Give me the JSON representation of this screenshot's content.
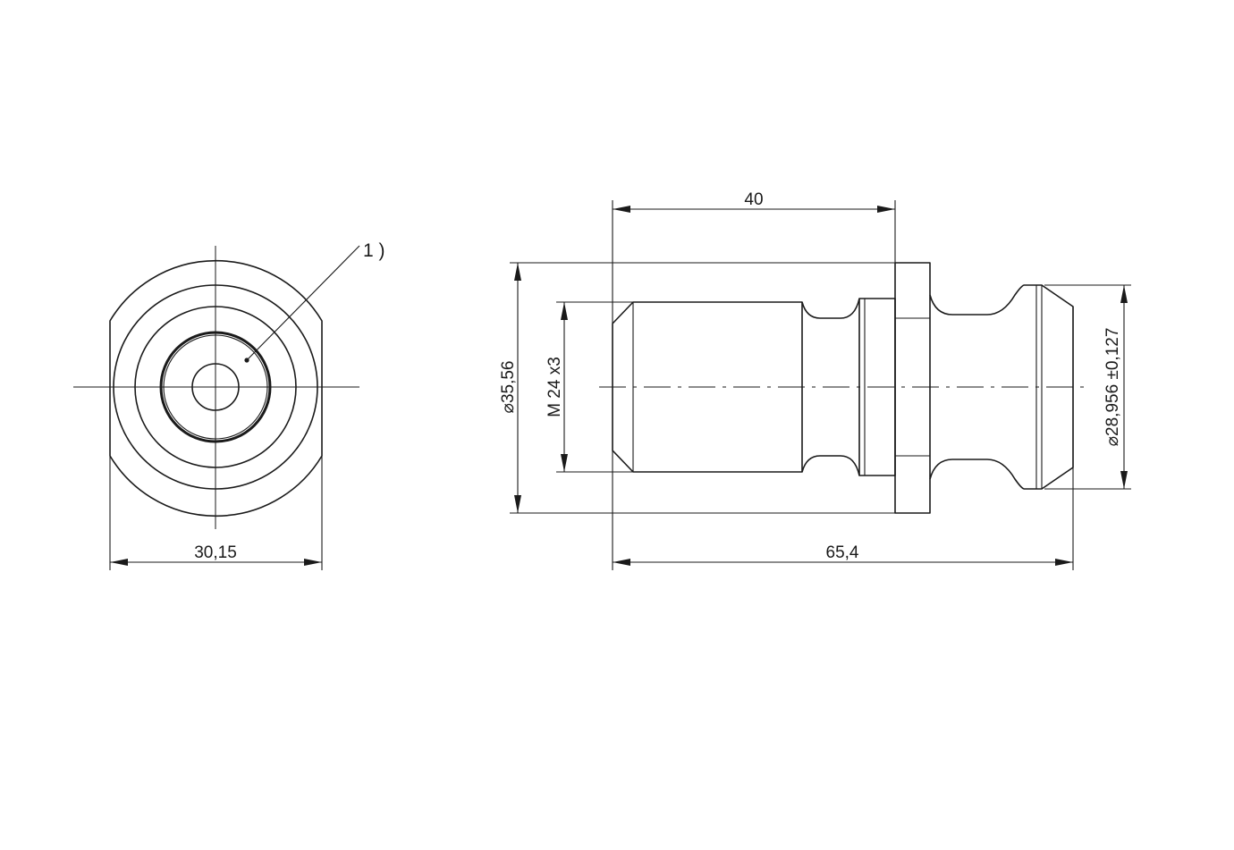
{
  "drawing": {
    "front_view": {
      "callout": "1 )",
      "width_dimension": "30,15"
    },
    "side_view": {
      "length_to_flange": "40",
      "overall_length": "65,4",
      "flange_diameter": "35,56",
      "thread": "M 24 x3",
      "knob_diameter": "28,956 ±0,127"
    },
    "diameter_symbol": "⌀"
  }
}
